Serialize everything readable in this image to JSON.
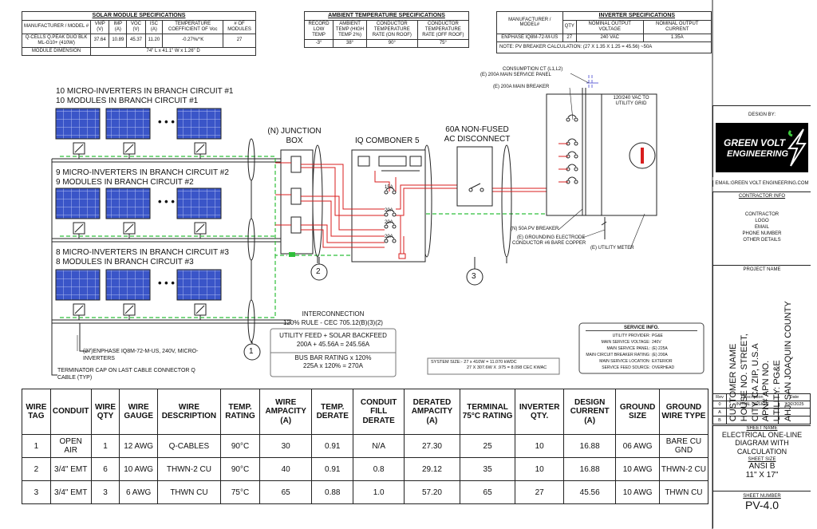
{
  "solar_module": {
    "title": "SOLAR MODULE SPECIFICATIONS",
    "headers": [
      "MANUFACTURER / MODEL #",
      "VMP (V)",
      "IMP (A)",
      "VOC (V)",
      "ISC (A)",
      "TEMPERATURE COEFFICIENT OF Voc",
      "# OF MODULES"
    ],
    "row": [
      "Q-CELLS Q.PEAK DUO BLK ML-G10+ (410W)",
      "37.64",
      "10.89",
      "45.37",
      "11.20",
      "-0.27%/°K",
      "27"
    ],
    "dim_label": "MODULE DIMENSION",
    "dim_value": "74\" L x 41.1\" W x 1.26\" D"
  },
  "ambient": {
    "title": "AMBIENT TEMPERATURE SPECIFICATIONS",
    "headers": [
      "RECORD LOW TEMP",
      "AMBIENT TEMP (HIGH TEMP 2%)",
      "CONDUCTOR TEMPERATURE RATE (ON ROOF)",
      "CONDUCTOR TEMPERATURE RATE (OFF ROOF)"
    ],
    "row": [
      "-3°",
      "38°",
      "90°",
      "75°"
    ]
  },
  "inverter": {
    "title": "INVERTER SPECIFICATIONS",
    "headers": [
      "MANUFACTURER / MODEL#",
      "QTY",
      "NOMINAL OUTPUT VOLTAGE",
      "NOMINAL OUTPUT CURRENT"
    ],
    "row": [
      "ENPHASE IQ8M-72-M-US",
      "27",
      "240 VAC",
      "1.35A"
    ],
    "note": "NOTE: PV BREAKER CALCULATION: (27 X 1.35 X 1.25 = 45.56) ~50A"
  },
  "branches": [
    {
      "l1": "10 MICRO-INVERTERS IN BRANCH CIRCUIT #1",
      "l2": "10 MODULES IN BRANCH CIRCUIT #1"
    },
    {
      "l1": "9 MICRO-INVERTERS IN BRANCH CIRCUIT #2",
      "l2": "9 MODULES IN BRANCH CIRCUIT #2"
    },
    {
      "l1": "8 MICRO-INVERTERS IN BRANCH CIRCUIT #3",
      "l2": "8 MODULES IN BRANCH CIRCUIT #3"
    }
  ],
  "ellipsis": "• • •",
  "junction": "(N) JUNCTION BOX",
  "combiner": "IQ COMBONER 5",
  "combiner_breakers": [
    "15A",
    "20A",
    "20A",
    "20A"
  ],
  "disconnect": "60A NON-FUSED AC DISCONNECT",
  "panel": {
    "consumption": "CONSUMPTION CT (L1,L2)",
    "service_panel": "(E) 200A MAIN SERVICE PANEL",
    "main_breaker": "(E) 200A MAIN BREAKER",
    "utility": "120/240 VAC TO UTILITY GRID",
    "pv_breaker": "(N) 50A PV BREAKER",
    "ground1": "(E) GROUNDING ELECTRODE",
    "ground2": "CONDUCTOR #6 BARE COPPER",
    "meter": "(E) UTILITY METER"
  },
  "tags": [
    "1",
    "2",
    "3"
  ],
  "inverter_note": "(27)ENPHASE IQ8M-72-M-US, 240V, MICRO-INVERTERS",
  "terminator_note": "TERMINATOR CAP ON LAST CABLE CONNECTOR Q CABLE (TYP)",
  "interconnection": {
    "title": "INTERCONNECTION",
    "rule": "120% RULE - CEC 705.12(B)(3)(2)",
    "l1": "UTILITY FEED + SOLAR BACKFEED",
    "l2": "200A + 45.56A = 245.56A",
    "l3": "BUS BAR RATING x 120%",
    "l4": "225A x 120% = 270A"
  },
  "system_size": {
    "l1": "SYSTEM SIZE:- 27 x 410W = 11.070 kWDC",
    "l2": "27 X 307.6W X .975 = 8.098 CEC KWAC"
  },
  "service_info": {
    "title": "SERVICE INFO.",
    "rows": [
      [
        "UTILITY PROVIDER:",
        "PG&E"
      ],
      [
        "MAIN SERVICE VOLTAGE:",
        "240V"
      ],
      [
        "MAIN SERVICE PANEL:",
        "(E) 225A"
      ],
      [
        "MAIN CIRCUIT BREAKER RATING:",
        "(E) 200A"
      ],
      [
        "MAIN SERVICE LOCATION:",
        "EXTERIOR"
      ],
      [
        "SERVICE FEED SOURCE:",
        "OVERHEAD"
      ]
    ]
  },
  "wire_table": {
    "headers": [
      "WIRE TAG",
      "CONDUIT",
      "WIRE QTY",
      "WIRE GAUGE",
      "WIRE DESCRIPTION",
      "TEMP. RATING",
      "WIRE AMPACITY (A)",
      "TEMP. DERATE",
      "CONDUIT FILL DERATE",
      "DERATED AMPACITY (A)",
      "TERMINAL 75°C RATING",
      "INVERTER QTY.",
      "DESIGN CURRENT (A)",
      "GROUND SIZE",
      "GROUND WIRE TYPE"
    ],
    "rows": [
      [
        "1",
        "OPEN AIR",
        "1",
        "12 AWG",
        "Q-CABLES",
        "90°C",
        "30",
        "0.91",
        "N/A",
        "27.30",
        "25",
        "10",
        "16.88",
        "06 AWG",
        "BARE CU GND"
      ],
      [
        "2",
        "3/4\" EMT",
        "6",
        "10 AWG",
        "THWN-2 CU",
        "90°C",
        "40",
        "0.91",
        "0.8",
        "29.12",
        "35",
        "10",
        "16.88",
        "10 AWG",
        "THWN-2 CU"
      ],
      [
        "3",
        "3/4\" EMT",
        "3",
        "6 AWG",
        "THWN CU",
        "75°C",
        "65",
        "0.88",
        "1.0",
        "57.20",
        "65",
        "27",
        "45.56",
        "10 AWG",
        "THWN CU"
      ]
    ]
  },
  "title_block": {
    "design_by": "DESIGN BY:",
    "logo_l1": "GREEN VOLT",
    "logo_l2": "ENGINEERING",
    "email": "EMAIL:GREEN VOLT ENGINEERING.COM",
    "contractor_info": "CONTRACTOR INFO",
    "contractor_lines": [
      "CONTRACTOR",
      "LOGO",
      "EMAIL",
      "PHONE NUMBER",
      "OTHER DETAILS"
    ],
    "project_name": "PROJECT NAME",
    "project_lines": [
      "CUSTOMER NAME",
      "HOUSE NO. STREET,",
      "CITY, CA ZIP, U.S.A",
      "APN# APN NO.",
      "UTILITY: PG&E",
      "AHJ: SAN JOAQUIN COUNTY"
    ],
    "rev_headers": [
      "Rev",
      "Description",
      "Date"
    ],
    "revs": [
      [
        "0",
        "INITIAL DESIGN",
        "7/22/2025"
      ],
      [
        "A",
        "",
        ""
      ],
      [
        "B",
        "",
        ""
      ]
    ],
    "sheet_name_label": "SHEET NAME",
    "sheet_name": "ELECTRICAL ONE-LINE DIAGRAM WITH CALCULATION",
    "sheet_size_label": "SHEET SIZE",
    "sheet_size_1": "ANSI B",
    "sheet_size_2": "11\" X 17\"",
    "sheet_number_label": "SHEET NUMBER",
    "sheet_number": "PV-4.0"
  }
}
